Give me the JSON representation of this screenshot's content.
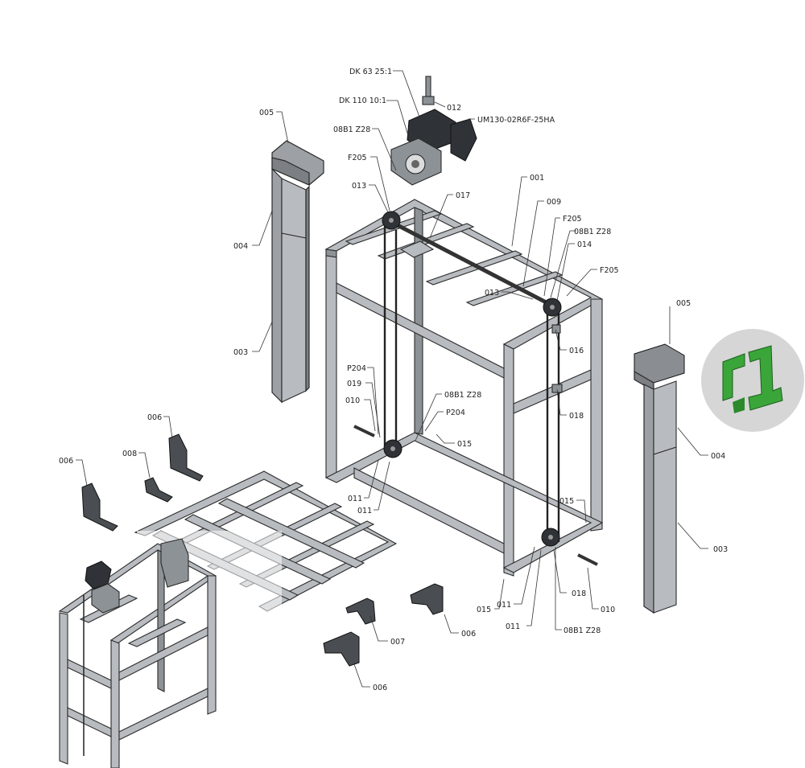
{
  "diagram": {
    "labels": {
      "dk63": "DK 63 25:1",
      "dk110": "DK 110 10:1",
      "p012": "012",
      "um130": "UM130-02R6F-25HA",
      "p005a": "005",
      "chain08a": "08B1 Z28",
      "f205a": "F205",
      "p013a": "013",
      "p017": "017",
      "p001": "001",
      "p009": "009",
      "f205b": "F205",
      "chain08b": "08B1 Z28",
      "p014": "014",
      "f205c": "F205",
      "p013b": "013",
      "p004a": "004",
      "p003a": "003",
      "p005b": "005",
      "p016": "016",
      "p004b": "004",
      "p018a": "018",
      "p204a": "P204",
      "p019": "019",
      "p010a": "010",
      "chain08c": "08B1 Z28",
      "p204b": "P204",
      "p015a": "015",
      "p006a": "006",
      "p006b": "006",
      "p008": "008",
      "p011a": "011",
      "p011b": "011",
      "p015b": "015",
      "p003b": "003",
      "p015c": "015",
      "p011c": "011",
      "p018b": "018",
      "p010b": "010",
      "p011d": "011",
      "chain08d": "08B1 Z28",
      "p007": "007",
      "p006c": "006",
      "p006d": "006"
    },
    "colors": {
      "steel_light": "#b8bcc0",
      "steel_dark": "#8d9296",
      "logo_green": "#3aa63a",
      "logo_bg": "#d6d6d6"
    },
    "logo": {
      "icon": "company-logo-icon"
    }
  }
}
